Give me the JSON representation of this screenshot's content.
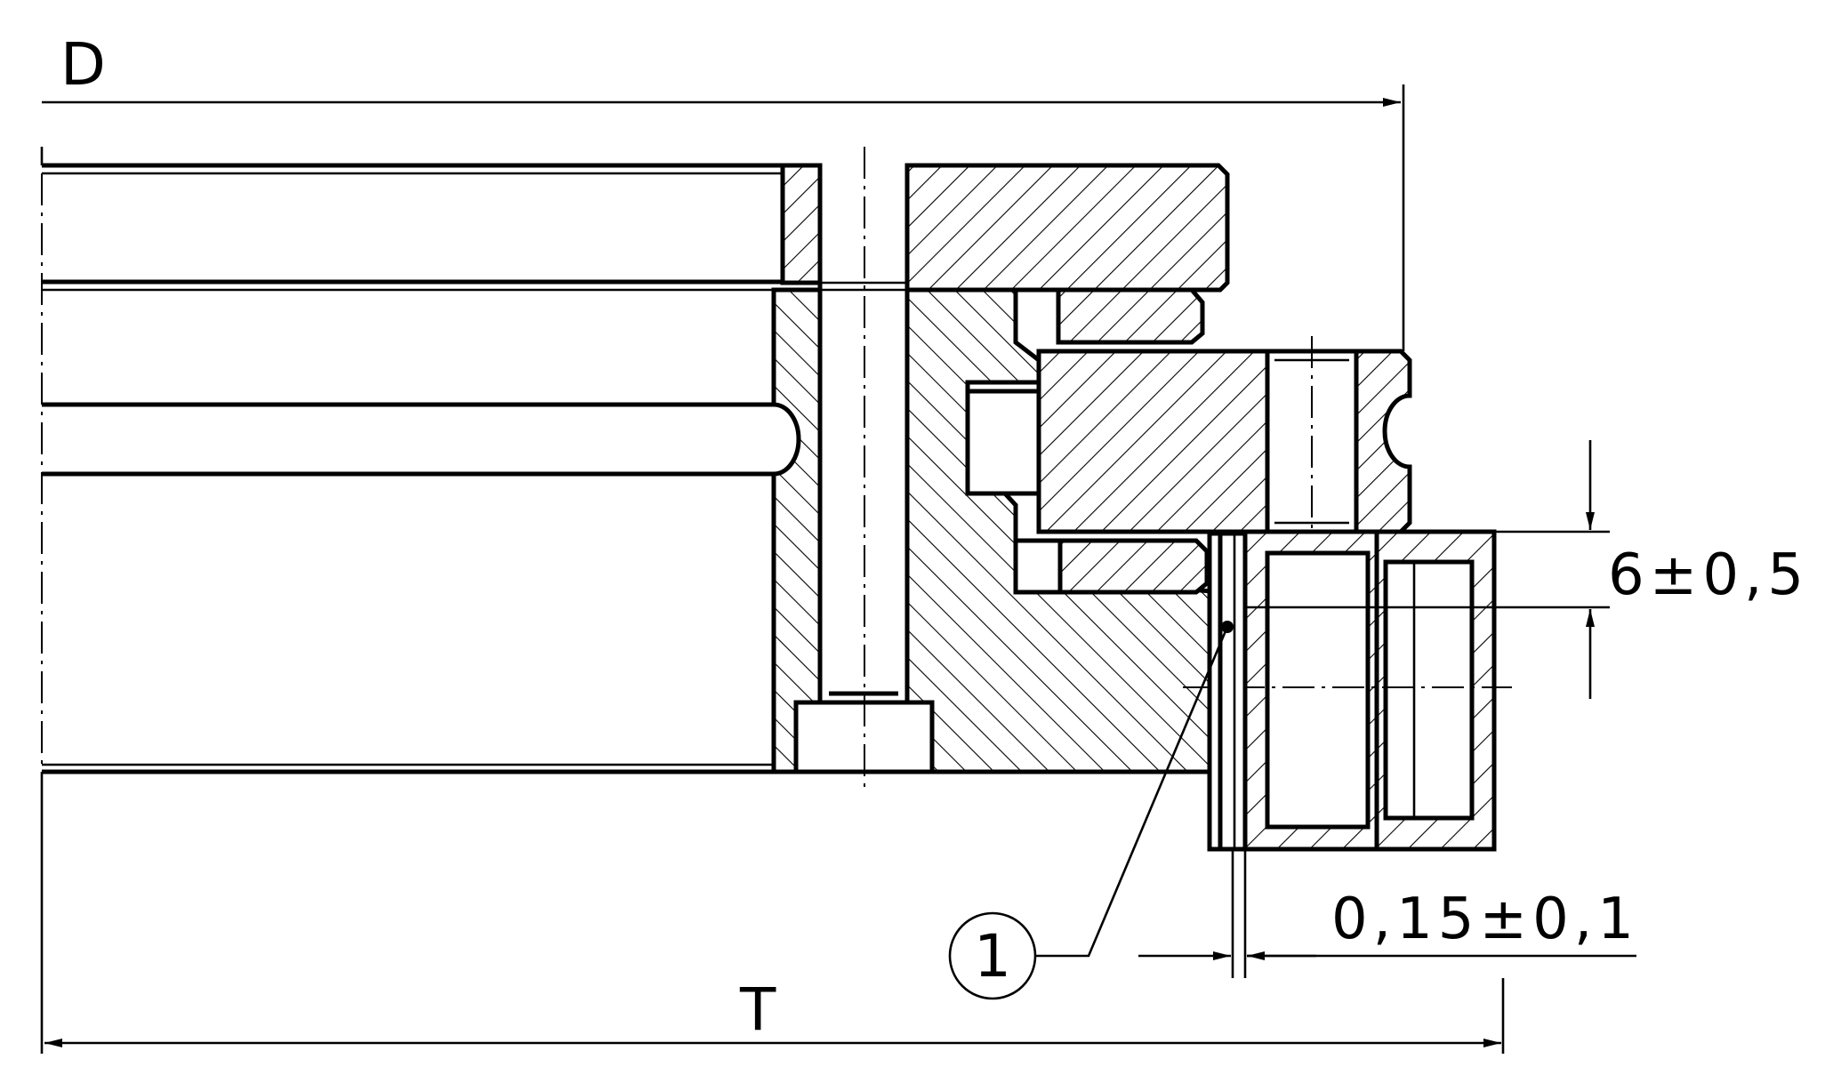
{
  "labels": {
    "diameter": "D",
    "width": "T",
    "axial_tolerance": "6±0,5",
    "radial_tolerance": "0,15±0,1",
    "callout": "1"
  }
}
